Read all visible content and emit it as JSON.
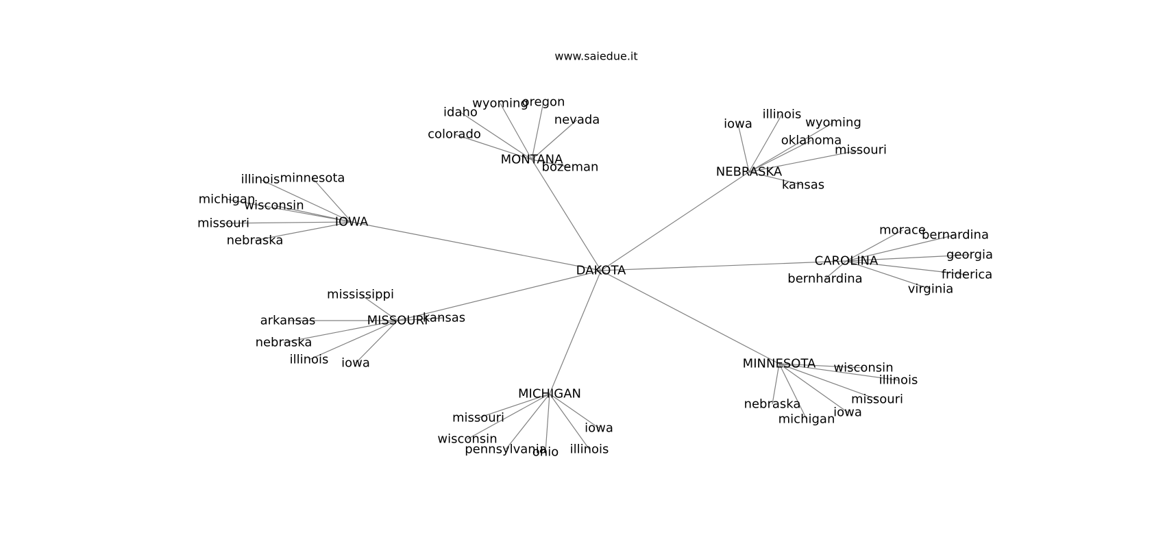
{
  "title": "www.saiedue.it",
  "hub": "DAKOTA",
  "clusters": [
    {
      "name": "MONTANA",
      "leaves": [
        "colorado",
        "idaho",
        "wyoming",
        "oregon",
        "nevada",
        "bozeman"
      ]
    },
    {
      "name": "NEBRASKA",
      "leaves": [
        "iowa",
        "illinois",
        "wyoming",
        "oklahoma",
        "missouri",
        "kansas"
      ]
    },
    {
      "name": "IOWA",
      "leaves": [
        "illinois",
        "minnesota",
        "michigan",
        "wisconsin",
        "missouri",
        "nebraska"
      ]
    },
    {
      "name": "CAROLINA",
      "leaves": [
        "morace",
        "bernardina",
        "georgia",
        "friderica",
        "virginia",
        "bernhardina"
      ]
    },
    {
      "name": "MISSOURI",
      "leaves": [
        "mississippi",
        "arkansas",
        "nebraska",
        "illinois",
        "iowa",
        "kansas"
      ]
    },
    {
      "name": "MINNESOTA",
      "leaves": [
        "wisconsin",
        "illinois",
        "missouri",
        "iowa",
        "michigan",
        "nebraska"
      ]
    },
    {
      "name": "MICHIGAN",
      "leaves": [
        "missouri",
        "wisconsin",
        "pennsylvania",
        "ohio",
        "illinois",
        "iowa"
      ]
    }
  ]
}
